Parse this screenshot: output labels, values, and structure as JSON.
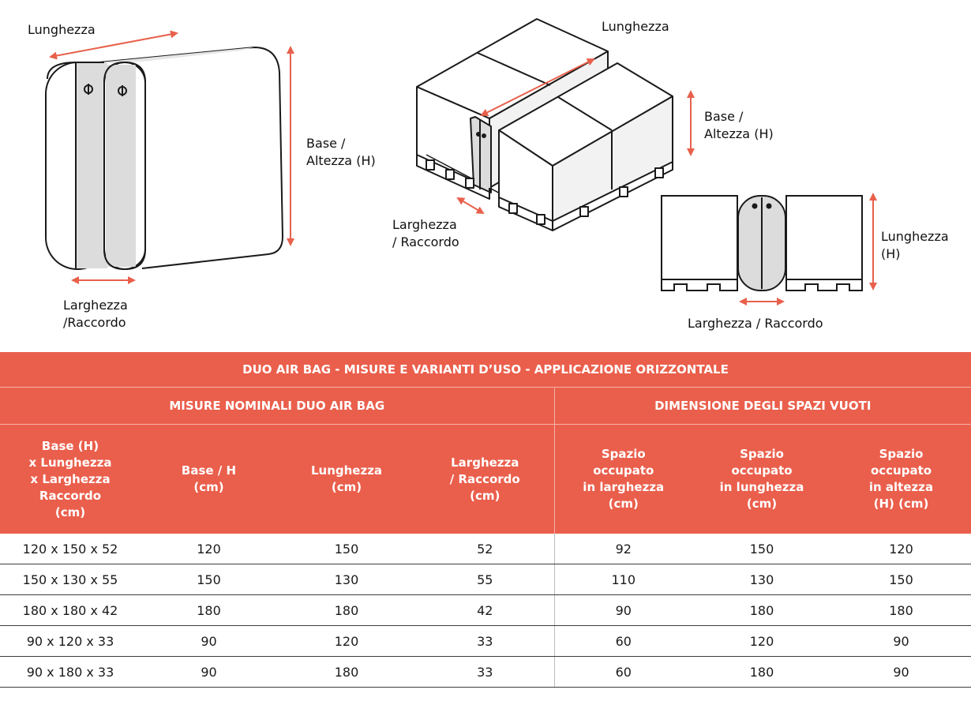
{
  "diagram_left": {
    "lunghezza": "Lunghezza",
    "base_altezza": "Base /\nAltezza (H)",
    "larghezza": "Larghezza\n/Raccordo"
  },
  "diagram_middle": {
    "lunghezza": "Lunghezza",
    "base_altezza": "Base /\nAltezza (H)",
    "larghezza": "Larghezza\n/ Raccordo"
  },
  "diagram_right": {
    "lunghezza": "Lunghezza\n(H)",
    "larghezza": "Larghezza / Raccordo"
  },
  "table": {
    "title": "DUO AIR BAG - MISURE E VARIANTI D’USO - APPLICAZIONE ORIZZONTALE",
    "group_left": "MISURE NOMINALI DUO AIR BAG",
    "group_right": "DIMENSIONE DEGLI SPAZI VUOTI",
    "columns": [
      "Base (H)\nx Lunghezza\nx Larghezza\nRaccordo\n(cm)",
      "Base / H\n(cm)",
      "Lunghezza\n(cm)",
      "Larghezza\n/ Raccordo\n(cm)",
      "Spazio\noccupato\nin larghezza\n(cm)",
      "Spazio\noccupato\nin lunghezza\n(cm)",
      "Spazio\noccupato\nin altezza\n(H) (cm)"
    ],
    "rows": [
      [
        "120 x 150 x 52",
        "120",
        "150",
        "52",
        "92",
        "150",
        "120"
      ],
      [
        "150 x 130 x 55",
        "150",
        "130",
        "55",
        "110",
        "130",
        "150"
      ],
      [
        "180 x 180 x 42",
        "180",
        "180",
        "42",
        "90",
        "180",
        "180"
      ],
      [
        "90 x 120 x 33",
        "90",
        "120",
        "33",
        "60",
        "120",
        "90"
      ],
      [
        "90 x 180 x 33",
        "90",
        "180",
        "33",
        "60",
        "180",
        "90"
      ]
    ]
  },
  "colors": {
    "accent": "#ea5f4c",
    "arrow": "#e8604c",
    "bag_fill": "#dcdcdc"
  }
}
